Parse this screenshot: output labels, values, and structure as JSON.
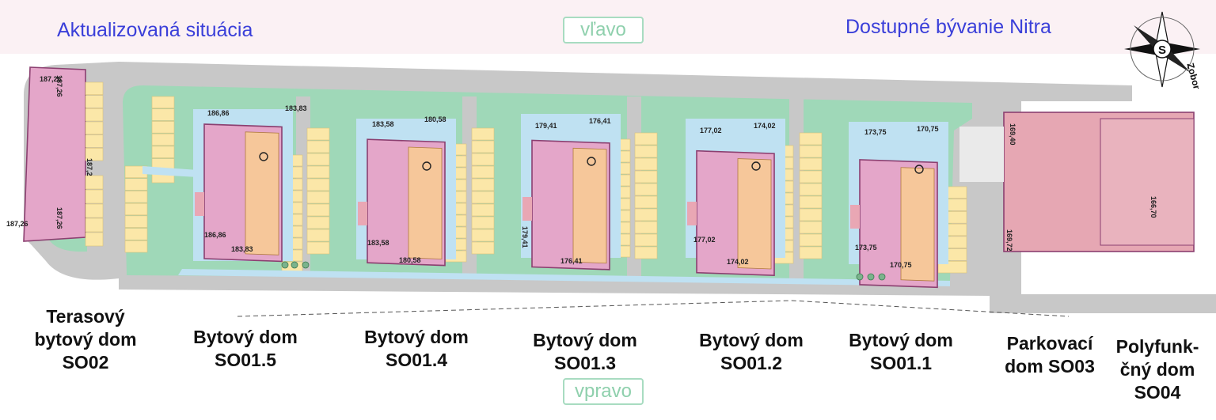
{
  "header": {
    "left_title": "Aktualizovaná situácia",
    "right_title": "Dostupné bývanie Nitra",
    "direction_top": "vľavo",
    "direction_bottom": "vpravo",
    "compass_letter": "S",
    "compass_label": "Zobor"
  },
  "buildings": [
    {
      "lines": [
        "Terasový",
        "bytový dom",
        "SO02"
      ],
      "elevations": [
        "187,26",
        "187,26",
        "187,26",
        "187,26",
        "187,2"
      ]
    },
    {
      "lines": [
        "Bytový dom",
        "SO01.5"
      ],
      "elevations": [
        "186,86",
        "183,83",
        "186,86",
        "183,83"
      ]
    },
    {
      "lines": [
        "Bytový dom",
        "SO01.4"
      ],
      "elevations": [
        "183,58",
        "180,58",
        "183,58",
        "180,58"
      ]
    },
    {
      "lines": [
        "Bytový dom",
        "SO01.3"
      ],
      "elevations": [
        "179,41",
        "176,41",
        "179,41",
        "176,41"
      ]
    },
    {
      "lines": [
        "Bytový dom",
        "SO01.2"
      ],
      "elevations": [
        "177,02",
        "174,02",
        "177,02",
        "174,02"
      ]
    },
    {
      "lines": [
        "Bytový dom",
        "SO01.1"
      ],
      "elevations": [
        "173,75",
        "170,75",
        "173,75",
        "170,75"
      ]
    },
    {
      "lines": [
        "Parkovací",
        "dom SO03"
      ],
      "elevations": [
        "169,40",
        "169,72"
      ]
    },
    {
      "lines": [
        "Polyfunk-",
        "čný dom",
        "SO04"
      ],
      "elevations": [
        "166,70"
      ]
    }
  ],
  "colors": {
    "title": "#3a3fd9",
    "direction": "#8fd0ad",
    "road": "#c8c8c8",
    "green": "#9fd8b8",
    "path": "#bfe1f2",
    "building": "#e4a6c9",
    "stair": "#f6c79a",
    "parking": "#fbe7a8",
    "garage": "#e9a7b4"
  }
}
